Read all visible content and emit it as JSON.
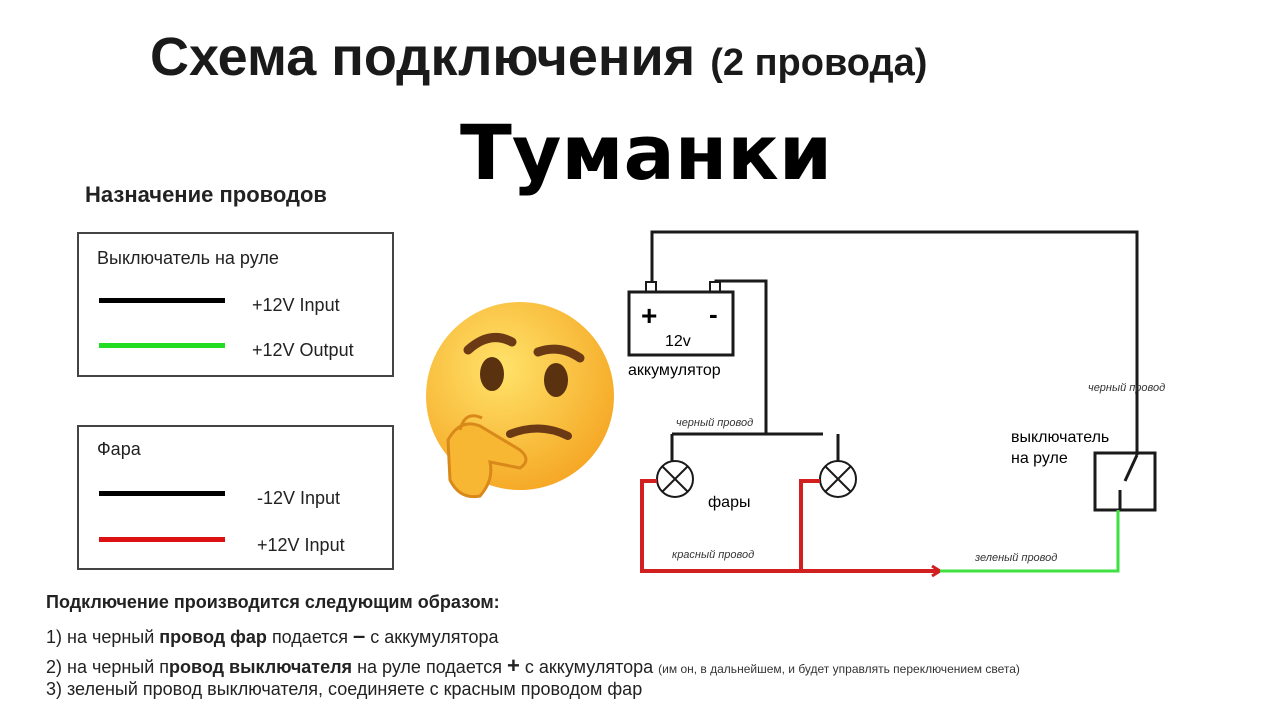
{
  "title": {
    "main": "Схема подключения",
    "sub": "(2 провода)",
    "subtitle": "Туманки"
  },
  "legend": {
    "heading": "Назначение проводов",
    "boxes": [
      {
        "title": "Выключатель на руле",
        "items": [
          {
            "color": "#000000",
            "label": "+12V Input"
          },
          {
            "color": "#22dd22",
            "label": "+12V Output"
          }
        ]
      },
      {
        "title": "Фара",
        "items": [
          {
            "color": "#000000",
            "label": "-12V Input"
          },
          {
            "color": "#dd1111",
            "label": "+12V Input"
          }
        ]
      }
    ]
  },
  "diagram": {
    "battery_plus": "+",
    "battery_minus": "-",
    "battery_voltage": "12v",
    "battery_label": "аккумулятор",
    "black_wire_1": "черный провод",
    "black_wire_2": "черный провод",
    "headlights_label": "фары",
    "red_wire": "красный провод",
    "green_wire": "зеленый провод",
    "switch_label_1": "выключатель",
    "switch_label_2": "на руле",
    "colors": {
      "black": "#1a1a1a",
      "red": "#d21f1f",
      "green": "#3fe03f"
    }
  },
  "instructions": {
    "heading": "Подключение производится следующим образом:",
    "step1": {
      "a": "1) на черный ",
      "b": "провод фар",
      "c": " подается ",
      "d": "–",
      "e": " с аккумулятора"
    },
    "step2": {
      "a": "2) на черный п",
      "b": "ровод выключателя",
      "c": " на руле подается ",
      "d": "+",
      "e": " с аккумулятора ",
      "note": "(им он, в дальнейшем, и будет управлять переключением света)"
    },
    "step3": "3) зеленый провод выключателя, соединяете с красным проводом фар"
  },
  "emoji": "thinking-face"
}
